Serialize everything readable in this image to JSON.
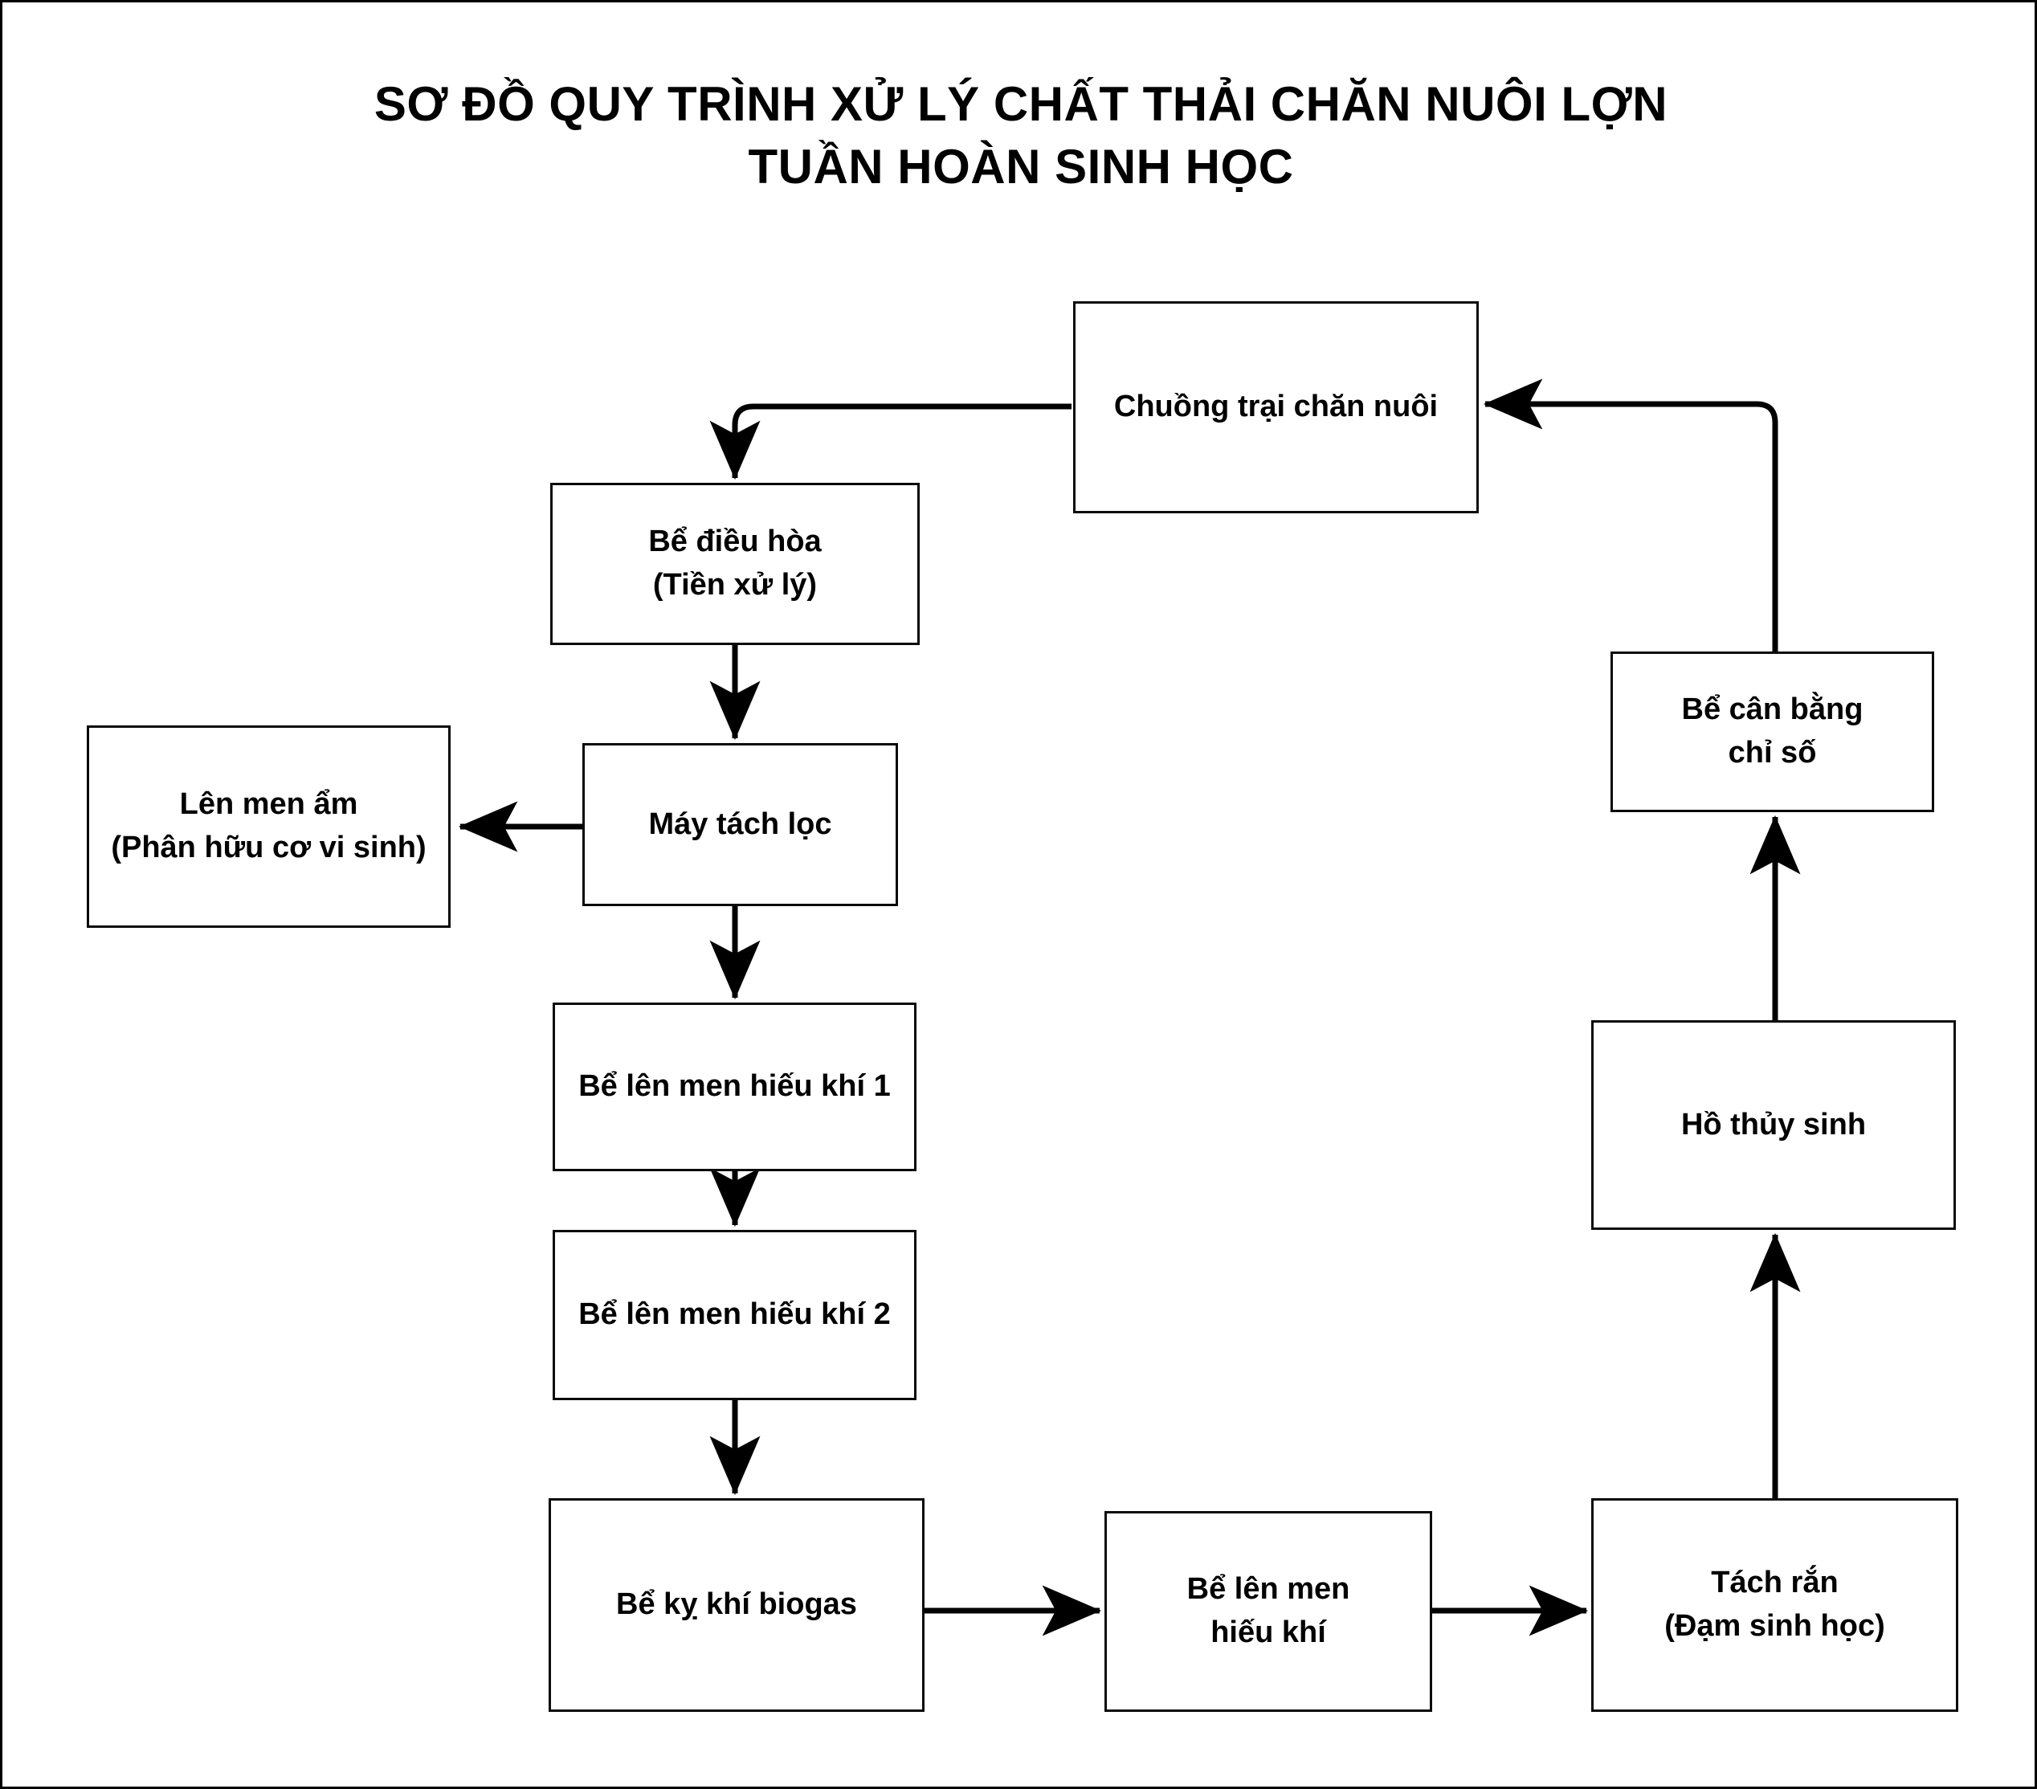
{
  "diagram": {
    "title": {
      "line1": "SƠ ĐỒ QUY TRÌNH XỬ LÝ CHẤT THẢI CHĂN NUÔI LỢN",
      "line2": "TUẦN HOÀN SINH HỌC"
    },
    "colors": {
      "background": "#ffffff",
      "stroke": "#000000",
      "text": "#000000",
      "border": "#000000"
    },
    "nodes": [
      {
        "id": "chuong-trai",
        "line1": "Chuồng trại chăn nuôi",
        "line2": ""
      },
      {
        "id": "be-dieu-hoa",
        "line1": "Bể điều hòa",
        "line2": "(Tiền xử lý)"
      },
      {
        "id": "may-tach-loc",
        "line1": "Máy tách lọc",
        "line2": ""
      },
      {
        "id": "len-men-am",
        "line1": "Lên men ẩm",
        "line2": "(Phân hữu cơ vi sinh)"
      },
      {
        "id": "hieu-khi-1",
        "line1": "Bể lên men hiếu khí 1",
        "line2": ""
      },
      {
        "id": "hieu-khi-2",
        "line1": "Bể lên men hiếu khí 2",
        "line2": ""
      },
      {
        "id": "ky-khi-biogas",
        "line1": "Bể kỵ khí biogas",
        "line2": ""
      },
      {
        "id": "be-len-men",
        "line1": "Bể lên men",
        "line2": "hiếu khí"
      },
      {
        "id": "tach-ran",
        "line1": "Tách rắn",
        "line2": "(Đạm sinh học)"
      },
      {
        "id": "ho-thuy-sinh",
        "line1": "Hồ thủy sinh",
        "line2": ""
      },
      {
        "id": "be-can-bang",
        "line1": "Bể cân bằng",
        "line2": "chỉ số"
      }
    ],
    "edges": [
      {
        "from": "chuong-trai",
        "to": "be-dieu-hoa",
        "style": "elbow-left-down"
      },
      {
        "from": "be-dieu-hoa",
        "to": "may-tach-loc",
        "style": "straight-down"
      },
      {
        "from": "may-tach-loc",
        "to": "len-men-am",
        "style": "straight-left"
      },
      {
        "from": "may-tach-loc",
        "to": "hieu-khi-1",
        "style": "straight-down"
      },
      {
        "from": "hieu-khi-1",
        "to": "hieu-khi-2",
        "style": "straight-down"
      },
      {
        "from": "hieu-khi-2",
        "to": "ky-khi-biogas",
        "style": "straight-down"
      },
      {
        "from": "ky-khi-biogas",
        "to": "be-len-men",
        "style": "straight-right"
      },
      {
        "from": "be-len-men",
        "to": "tach-ran",
        "style": "straight-right"
      },
      {
        "from": "tach-ran",
        "to": "ho-thuy-sinh",
        "style": "straight-up"
      },
      {
        "from": "ho-thuy-sinh",
        "to": "be-can-bang",
        "style": "straight-up"
      },
      {
        "from": "be-can-bang",
        "to": "chuong-trai",
        "style": "elbow-up-left"
      }
    ]
  }
}
